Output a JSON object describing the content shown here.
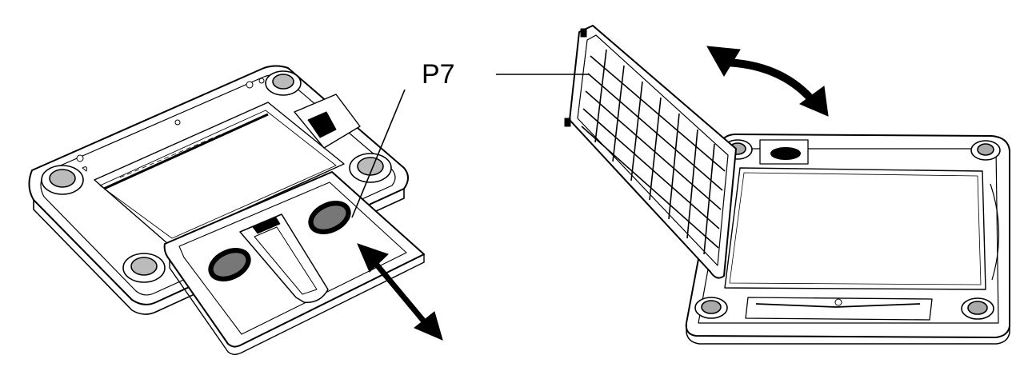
{
  "callout": {
    "label": "P7"
  },
  "icons": {
    "slide_arrow": "double-headed-straight-arrow",
    "swing_arrow": "double-headed-curved-arrow"
  },
  "colors": {
    "stroke": "#000000",
    "background": "#ffffff"
  }
}
